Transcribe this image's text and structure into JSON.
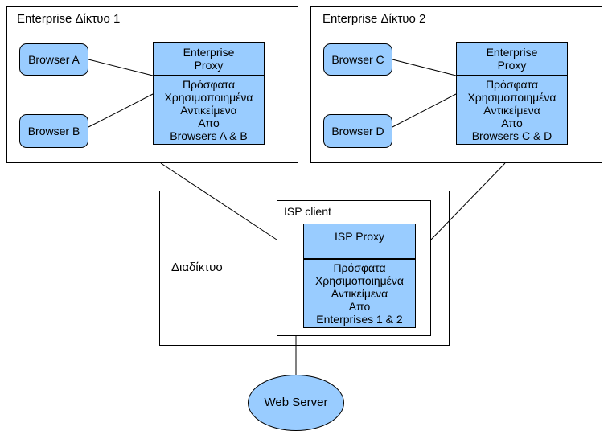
{
  "colors": {
    "node_fill": "#99ccff",
    "stroke": "#000000",
    "background": "#ffffff"
  },
  "network1": {
    "title": "Enterprise Δίκτυο 1",
    "browser_a": "Browser A",
    "browser_b": "Browser B",
    "proxy": [
      "Enterprise",
      "Proxy"
    ],
    "cache": [
      "Πρόσφατα",
      "Χρησιμοποιημένα",
      "Αντικείμενα",
      "Απο",
      "Browsers A & B"
    ]
  },
  "network2": {
    "title": "Enterprise Δίκτυο 2",
    "browser_c": "Browser C",
    "browser_d": "Browser D",
    "proxy": [
      "Enterprise",
      "Proxy"
    ],
    "cache": [
      "Πρόσφατα",
      "Χρησιμοποιημένα",
      "Αντικείμενα",
      "Απο",
      "Browsers C & D"
    ]
  },
  "internet": {
    "label": "Διαδίκτυο",
    "isp_client_title": "ISP client",
    "isp_proxy": "ISP Proxy",
    "cache": [
      "Πρόσφατα",
      "Χρησιμοποιημένα",
      "Αντικείμενα",
      "Απο",
      "Enterprises 1 & 2"
    ]
  },
  "web_server": "Web Server"
}
